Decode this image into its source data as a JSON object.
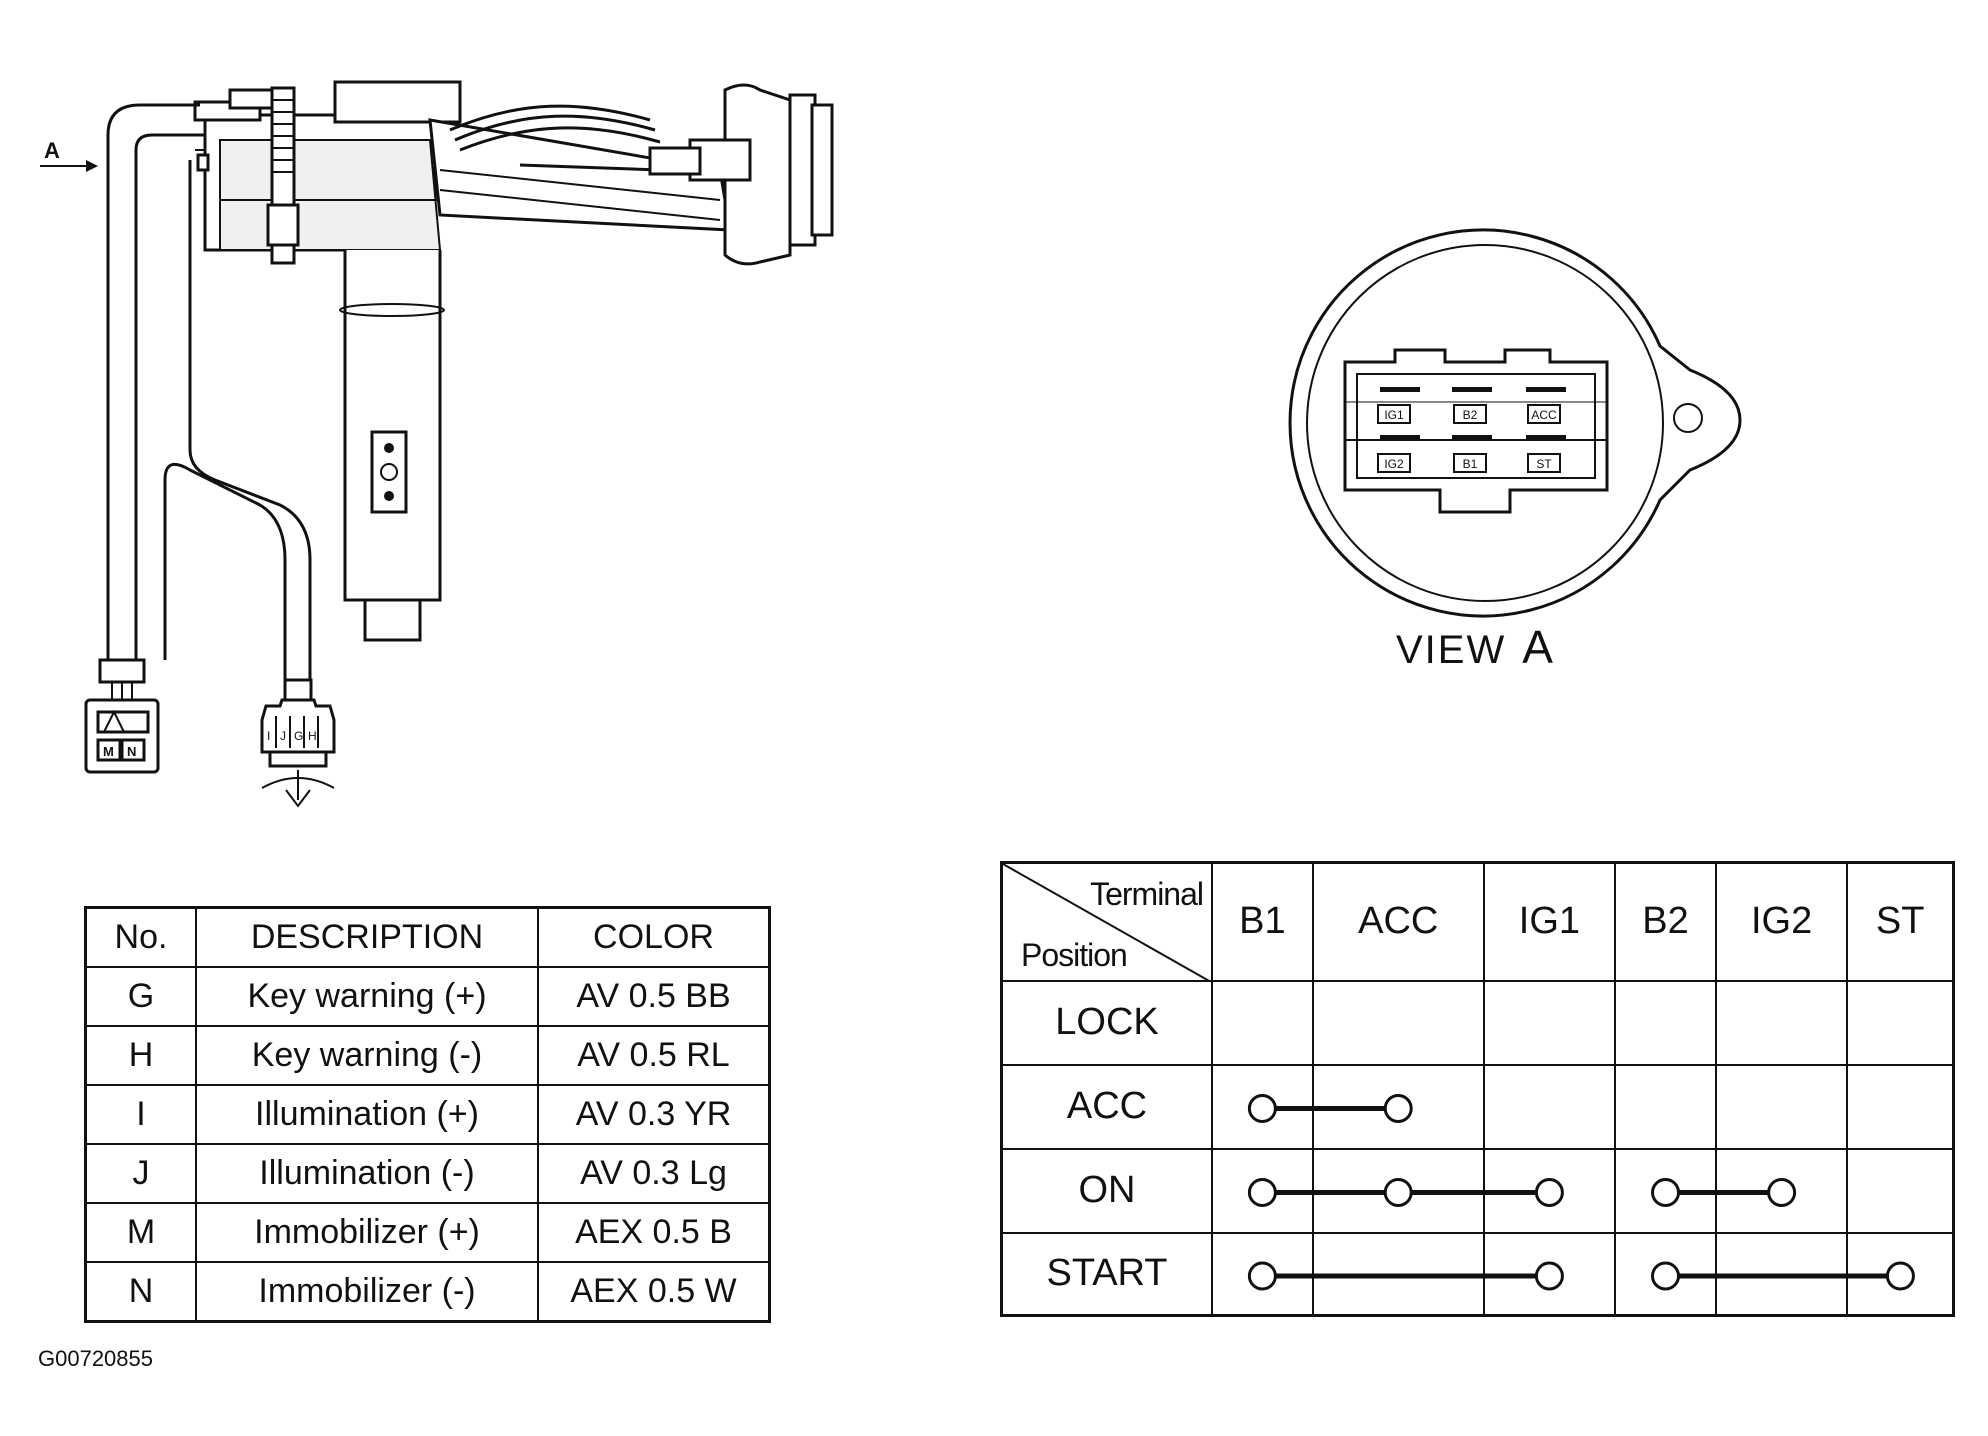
{
  "drawing": {
    "arrow_label": "A",
    "view_label": "VIEW",
    "view_letter": "A",
    "connector_pins": [
      "M",
      "N"
    ],
    "connector2_pins": [
      "I",
      "J",
      "G",
      "H"
    ]
  },
  "view_connector": {
    "top_row": [
      "IG1",
      "B2",
      "ACC"
    ],
    "bottom_row": [
      "IG2",
      "B1",
      "ST"
    ]
  },
  "wire_table": {
    "headers": [
      "No.",
      "DESCRIPTION",
      "COLOR"
    ],
    "rows": [
      {
        "no": "G",
        "desc": "Key warning (+)",
        "color": "AV 0.5 BB"
      },
      {
        "no": "H",
        "desc": "Key warning (-)",
        "color": "AV 0.5 RL"
      },
      {
        "no": "I",
        "desc": "Illumination (+)",
        "color": "AV 0.3 YR"
      },
      {
        "no": "J",
        "desc": "Illumination (-)",
        "color": "AV 0.3 Lg"
      },
      {
        "no": "M",
        "desc": "Immobilizer (+)",
        "color": "AEX 0.5 B"
      },
      {
        "no": "N",
        "desc": "Immobilizer (-)",
        "color": "AEX 0.5 W"
      }
    ]
  },
  "switch_table": {
    "corner_terminal": "Terminal",
    "corner_position": "Position",
    "terminals": [
      "B1",
      "ACC",
      "IG1",
      "B2",
      "IG2",
      "ST"
    ],
    "positions": [
      "LOCK",
      "ACC",
      "ON",
      "START"
    ],
    "continuity": [
      [],
      [
        [
          0,
          1
        ]
      ],
      [
        [
          0,
          1,
          2
        ],
        [
          3,
          4
        ]
      ],
      [
        [
          0,
          2
        ],
        [
          3,
          5
        ]
      ]
    ]
  },
  "footer": "G00720855"
}
